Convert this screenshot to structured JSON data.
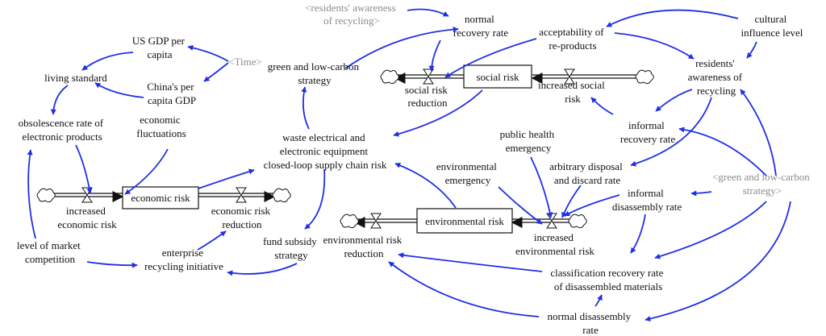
{
  "nodes": {
    "shadow_residents_awareness": [
      "<residents' awareness",
      "of recycling>"
    ],
    "normal_recovery_rate": [
      "normal",
      "recovery rate"
    ],
    "acceptability": [
      "acceptability of",
      "re-products"
    ],
    "cultural_influence": [
      "cultural",
      "influence level"
    ],
    "residents_awareness": [
      "residents'",
      "awareness of",
      "recycling"
    ],
    "us_gdp": [
      "US GDP per",
      "capita"
    ],
    "shadow_time": "<Time>",
    "living_standard": "living standard",
    "china_gdp": [
      "China's per",
      "capita GDP"
    ],
    "green_strategy": [
      "green and low-carbon",
      "strategy"
    ],
    "social_risk_reduction": [
      "social risk",
      "reduction"
    ],
    "social_risk": "social risk",
    "increased_social_risk": [
      "increased social",
      "risk"
    ],
    "obsolescence": [
      "obsolescence rate of",
      "electronic products"
    ],
    "economic_fluctuations": [
      "economic",
      "fluctuations"
    ],
    "informal_recovery_rate": [
      "informal",
      "recovery rate"
    ],
    "public_health_emergency": [
      "public health",
      "emergency"
    ],
    "chain_risk": [
      "waste electrical and",
      "electronic equipment",
      "closed-loop supply chain risk"
    ],
    "environmental_emergency": [
      "environmental",
      "emergency"
    ],
    "arbitrary_disposal": [
      "arbitrary disposal",
      "and discard rate"
    ],
    "shadow_green_strategy": [
      "<green and low-carbon",
      "strategy>"
    ],
    "economic_risk": "economic risk",
    "informal_disassembly": [
      "informal",
      "disassembly rate"
    ],
    "increased_economic_risk": [
      "increased",
      "economic risk"
    ],
    "economic_risk_reduction": [
      "economic risk",
      "reduction"
    ],
    "environmental_risk": "environmental risk",
    "increased_environmental_risk": [
      "increased",
      "environmental risk"
    ],
    "level_of_competition": [
      "level of market",
      "competition"
    ],
    "enterprise_initiative": [
      "enterprise",
      "recycling initiative"
    ],
    "fund_subsidy": [
      "fund subsidy",
      "strategy"
    ],
    "environmental_risk_reduction": [
      "environmental risk",
      "reduction"
    ],
    "classification_recovery": [
      "classification recovery rate",
      "of disassembled materials"
    ],
    "normal_disassembly": [
      "normal disassembly",
      "rate"
    ]
  },
  "colors": {
    "link": "#1f2fe6",
    "shadow_text": "#8c8c8c",
    "text": "#111111"
  }
}
